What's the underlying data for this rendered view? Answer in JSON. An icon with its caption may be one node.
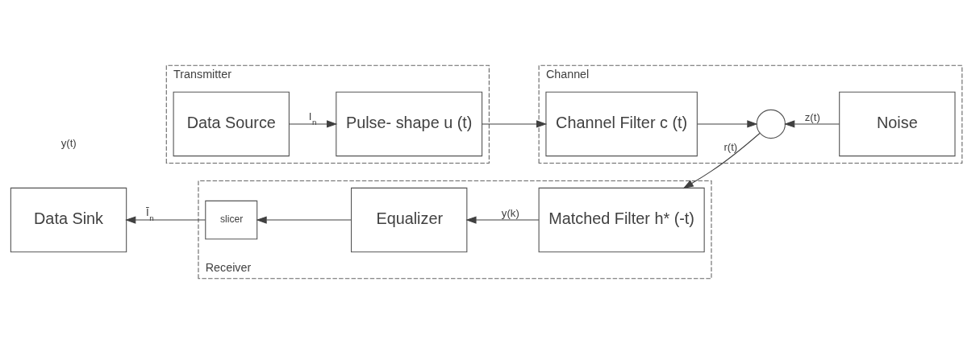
{
  "diagram": {
    "nodes": [
      {
        "text": [
          "Transmitter"
        ]
      },
      {
        "text": [
          "Data Source"
        ],
        "in": 0
      },
      {
        "text": [
          "Pulse- shape u (t)"
        ],
        "in": 0
      },
      {
        "text": [
          "Channel"
        ]
      },
      {
        "text": [
          "Channel Filter c (t)"
        ],
        "in": 3
      },
      {
        "text": [],
        "shape": "circle",
        "in": 3
      },
      {
        "text": [
          "Noise"
        ],
        "in": 3
      },
      {
        "text": [
          "Receiver"
        ]
      },
      {
        "text": [
          "Matched Filter h* (-t)"
        ],
        "in": 7
      },
      {
        "text": [
          "Equalizer"
        ],
        "in": 7
      },
      {
        "text": [
          "slicer"
        ],
        "in": 7
      },
      {
        "text": [
          "Data Sink"
        ]
      }
    ],
    "edges": [
      {
        "from": 1,
        "to": 2,
        "arrow": "to",
        "label": "I$_{n}$"
      },
      {
        "from": 2,
        "to": 4,
        "arrow": "to"
      },
      {
        "from": 4,
        "to": 5,
        "arrow": "to"
      },
      {
        "from": 6,
        "to": 5,
        "arrow": "to",
        "label": "z(t)"
      },
      {
        "from": 5,
        "to": 8,
        "arrow": "to",
        "label": "r(t)"
      },
      {
        "from": 8,
        "to": 9,
        "arrow": "to",
        "label": "y(k)"
      },
      {
        "from": 9,
        "to": 10,
        "arrow": "to"
      },
      {
        "from": 10,
        "to": 11,
        "arrow": "to",
        "label": "Ī$_{n}$"
      }
    ],
    "labels": [
      "y(t)"
    ]
  }
}
